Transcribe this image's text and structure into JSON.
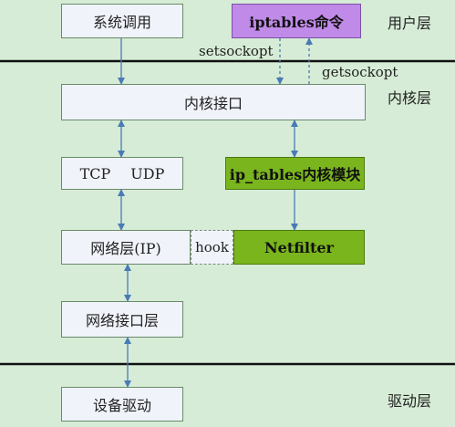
{
  "boxes": {
    "syscall": "系统调用",
    "iptables_cmd": "iptables命令",
    "kernel_interface": "内核接口",
    "tcp": "TCP",
    "udp": "UDP",
    "ip_tables_module": "ip_tables内核模块",
    "network_layer": "网络层(IP)",
    "hook": "hook",
    "netfilter": "Netfilter",
    "network_interface_layer": "网络接口层",
    "device_driver": "设备驱动"
  },
  "labels": {
    "setsockopt": "setsockopt",
    "getsockopt": "getsockopt"
  },
  "layers": {
    "user": "用户层",
    "kernel": "内核层",
    "driver": "驱动层"
  },
  "colors": {
    "background": "#d6ecd6",
    "box_fill": "#f0f3fa",
    "green_module": "#7ab51d",
    "purple_command": "#c08ae8",
    "arrow": "#4a7ab5",
    "separator": "#111111"
  }
}
